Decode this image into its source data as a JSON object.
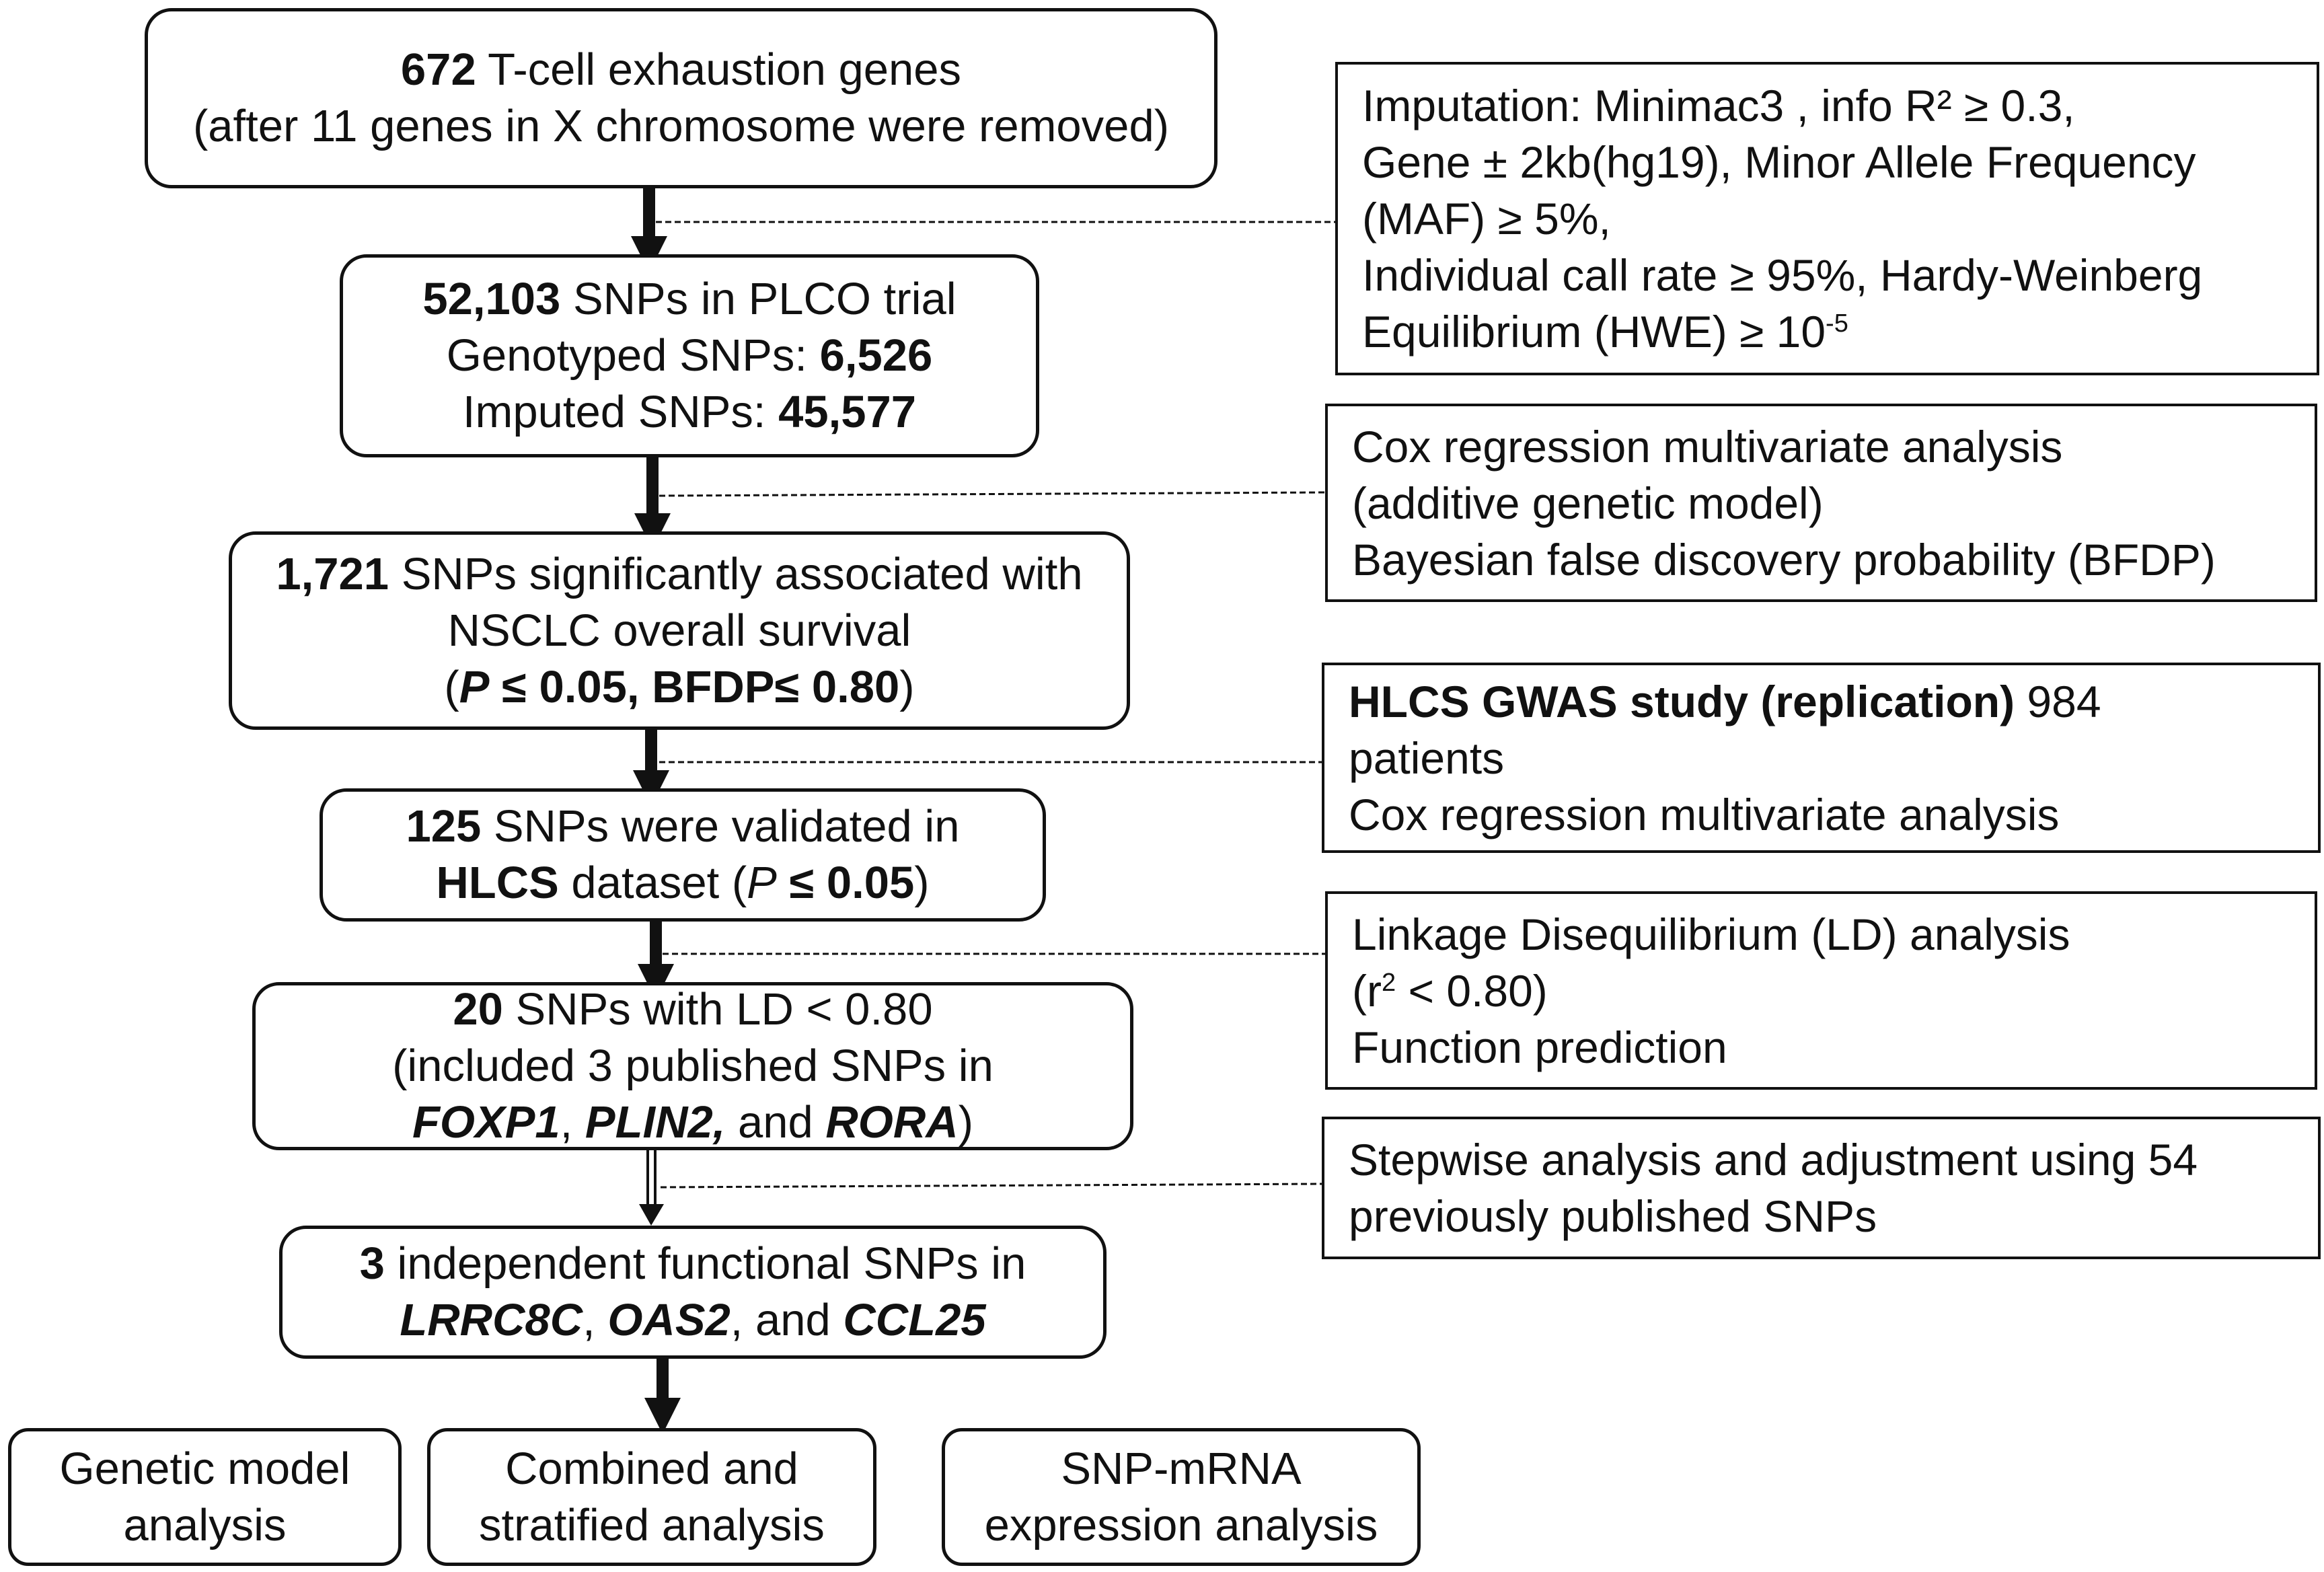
{
  "flow": {
    "step1": {
      "count": "672",
      "text": " T-cell exhaustion genes",
      "line2": "(after 11 genes in X chromosome were removed)"
    },
    "step2": {
      "count": "52,103",
      "text": " SNPs in PLCO trial",
      "genotyped_label": "Genotyped SNPs: ",
      "genotyped_count": "6,526",
      "imputed_label": "Imputed SNPs: ",
      "imputed_count_bold": "45",
      "imputed_count_rest": ",577"
    },
    "step3": {
      "count": "1,721",
      "text": " SNPs significantly associated with",
      "line2": "NSCLC overall survival",
      "open": "(",
      "p_sym": "P",
      "p_rest": " ≤ 0.05, BFDP≤ 0.80",
      "close": ")"
    },
    "step4": {
      "count": "125",
      "text": " SNPs were validated in",
      "dataset": "HLCS",
      "dataset_rest": " dataset (",
      "p_sym": "P",
      "p_rest": " ≤ 0.05",
      "close": ")"
    },
    "step5": {
      "count": "20",
      "text": " SNPs with LD < 0.80",
      "line2": "(included 3 published SNPs in",
      "gene1": "FOXP1",
      "sep1": ", ",
      "gene2": "PLIN2,",
      "sep2": " and ",
      "gene3": "RORA",
      "close": ")"
    },
    "step6": {
      "count": "3",
      "text": " independent functional SNPs in",
      "gene1": "LRRC8C",
      "sep1": ", ",
      "gene2": "OAS2",
      "sep2": ", and ",
      "gene3": "CCL25"
    }
  },
  "outputs": [
    {
      "line1": "Genetic model",
      "line2": "analysis"
    },
    {
      "line1": "Combined and",
      "line2": "stratified analysis"
    },
    {
      "line1": "SNP-mRNA",
      "line2": "expression analysis"
    }
  ],
  "notes": {
    "imputation": {
      "line1": "Imputation: Minimac3 , info R² ≥ 0.3,",
      "line2": "Gene ± 2kb(hg19), Minor Allele Frequency",
      "line3": "(MAF) ≥ 5%,",
      "line4": "Individual call rate ≥ 95%, Hardy-Weinberg",
      "line5_base": "Equilibrium (HWE) ≥ 10",
      "line5_sup": "-5"
    },
    "cox": {
      "line1": "Cox regression multivariate analysis",
      "line2": "(additive genetic model)",
      "line3": "Bayesian false discovery probability (BFDP)"
    },
    "hlcs": {
      "bold": "HLCS GWAS study (replication)",
      "rest": " 984",
      "line2": "patients",
      "line3": "Cox regression multivariate analysis"
    },
    "ld": {
      "line1": "Linkage Disequilibrium (LD) analysis",
      "line2_open": "(r",
      "line2_sup": "2",
      "line2_rest": " < 0.80)",
      "line3": "Function prediction"
    },
    "stepwise": {
      "line1": "Stepwise analysis and adjustment using 54",
      "line2": "previously published SNPs"
    }
  }
}
